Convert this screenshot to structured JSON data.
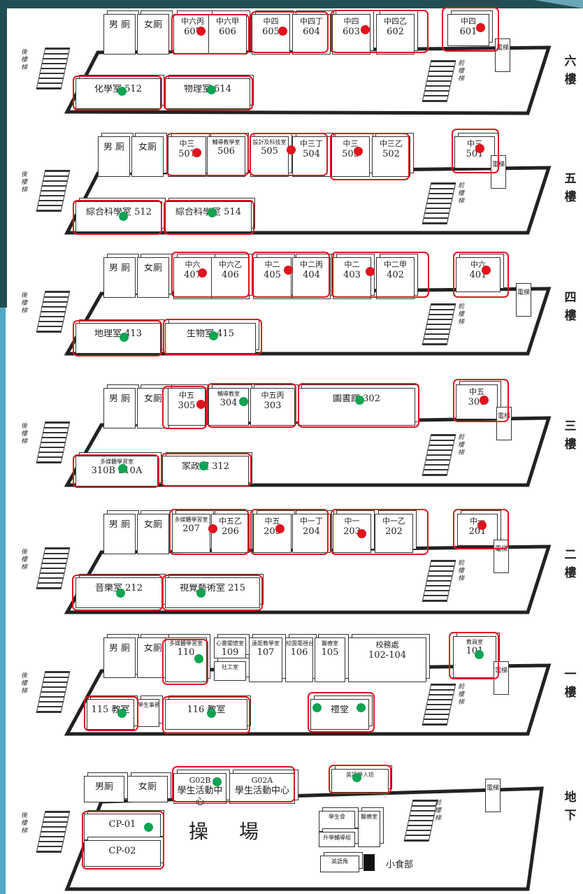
{
  "floors": [
    {
      "label": "六樓",
      "key": "f6"
    },
    {
      "label": "五樓",
      "key": "f5"
    },
    {
      "label": "四樓",
      "key": "f4"
    },
    {
      "label": "三樓",
      "key": "f3"
    },
    {
      "label": "二樓",
      "key": "f2"
    },
    {
      "label": "一樓",
      "key": "f1"
    },
    {
      "label": "地下",
      "key": "b1"
    }
  ],
  "common": {
    "male": "男廁",
    "female": "女廁",
    "elevator": "電梯",
    "rear_stairs": "後樓梯",
    "front_stairs": "前樓梯"
  },
  "f6": {
    "top": [
      [
        "中六丙",
        "607"
      ],
      [
        "中六甲",
        "606"
      ],
      [
        "中四",
        "605"
      ],
      [
        "中四丁",
        "604"
      ],
      [
        "中四",
        "603"
      ],
      [
        "中四乙",
        "602"
      ],
      [
        "中四",
        "601"
      ]
    ],
    "bottom": [
      "化學室 512",
      "物理室 514"
    ]
  },
  "f5": {
    "top": [
      [
        "中三",
        "507"
      ],
      [
        "輔導教學室",
        "506"
      ],
      [
        "設計及科技室",
        "505"
      ],
      [
        "中三丁",
        "504"
      ],
      [
        "中三",
        "503"
      ],
      [
        "中三乙",
        "502"
      ],
      [
        "中三",
        "501"
      ]
    ],
    "bottom": [
      "綜合科學室 512",
      "綜合科學室 514"
    ]
  },
  "f4": {
    "top": [
      [
        "中六",
        "407"
      ],
      [
        "中六乙",
        "406"
      ],
      [
        "中二",
        "405"
      ],
      [
        "中二丙",
        "404"
      ],
      [
        "中二",
        "403"
      ],
      [
        "中二甲",
        "402"
      ],
      [
        "中六",
        "401"
      ]
    ],
    "bottom": [
      "地理室 413",
      "生物室 415"
    ]
  },
  "f3": {
    "top": [
      [
        "中五",
        "305"
      ],
      [
        "輔導教室",
        "304"
      ],
      [
        "中五丙",
        "303"
      ],
      [
        "圖書館 302",
        ""
      ],
      [
        "中五",
        "301"
      ]
    ],
    "bottom": [
      [
        "多媒體學習室",
        "310B",
        "310A"
      ],
      [
        "家政室 312"
      ]
    ]
  },
  "f2": {
    "top": [
      [
        "多媒體學習室",
        "207"
      ],
      [
        "中五乙",
        "206"
      ],
      [
        "中五",
        "205"
      ],
      [
        "中一丁",
        "204"
      ],
      [
        "中一",
        "203"
      ],
      [
        "中一乙",
        "202"
      ],
      [
        "中一",
        "201"
      ]
    ],
    "bottom": [
      "音樂室 212",
      "視覺藝術室 215"
    ]
  },
  "f1": {
    "top": [
      [
        "多媒體學習室",
        "110"
      ],
      [
        "心靈關懷室",
        "109"
      ],
      [
        "社工室",
        ""
      ],
      [
        "遠距教學室",
        "107"
      ],
      [
        "校園電視台",
        "106"
      ],
      [
        "醫療室",
        "105"
      ],
      [
        "校務處",
        "102-104"
      ],
      [
        "教員室",
        "101"
      ]
    ],
    "bottom": [
      "115 教室",
      "學生事務室",
      "116 教室",
      "禮堂"
    ]
  },
  "b1": {
    "top": [
      [
        "男廁",
        ""
      ],
      [
        "女廁",
        ""
      ],
      [
        "G02B",
        "學生活動中心"
      ],
      [
        "G02A",
        "學生活動中心"
      ],
      [
        "英語學人坊",
        ""
      ]
    ],
    "field": [
      "CP-01",
      "CP-02"
    ],
    "playground": "操　場",
    "rooms": [
      "學生會",
      "醫療室",
      "升學輔導組",
      "英語角"
    ],
    "tuck_shop": "小食部"
  },
  "legend_colors": {
    "red": "#e0141e",
    "green": "#10a352"
  }
}
